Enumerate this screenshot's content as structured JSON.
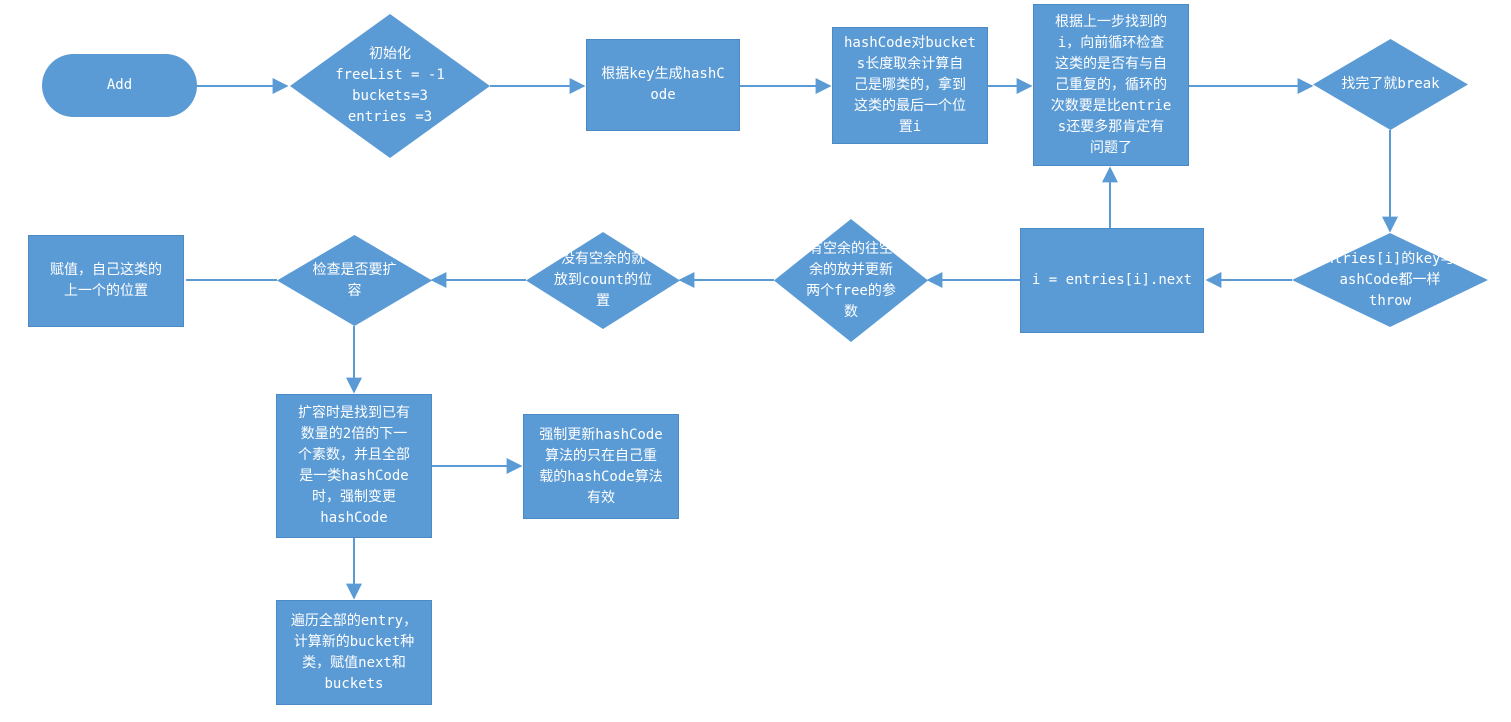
{
  "colors": {
    "node_fill": "#5b9bd5",
    "connector": "#5b9bd5"
  },
  "nodes": {
    "add": "Add",
    "init": "初始化\nfreeList = -1\nbuckets=3\nentries =3",
    "gen_hash": "根据key生成hashC\node",
    "bucket_mod": "hashCode对bucket\ns长度取余计算自\n己是哪类的，拿到\n这类的最后一个位\n置i",
    "loop_check": "根据上一步找到的\ni，向前循环检查\n这类的是否有与自\n己重复的，循环的\n次数要是比entrie\ns还要多那肯定有\n问题了",
    "found_break": "找完了就break",
    "same_throw": "entries[i]的key与h\nashCode都一样\nthrow",
    "next_i": "i = entries[i].next",
    "free_slot": "有空余的往空\n余的放并更新\n两个free的参\n数",
    "no_free": "没有空余的就\n放到count的位\n置",
    "check_resize": "检查是否要扩\n容",
    "assign_prev": "赋值，自己这类的\n上一个的位置",
    "resize_detail": "扩容时是找到已有\n数量的2倍的下一\n个素数，并且全部\n是一类hashCode\n时，强制变更\nhashCode",
    "force_note": "强制更新hashCode\n算法的只在自己重\n载的hashCode算法\n有效",
    "rehash": "遍历全部的entry，\n计算新的bucket种\n类，赋值next和\nbuckets"
  }
}
